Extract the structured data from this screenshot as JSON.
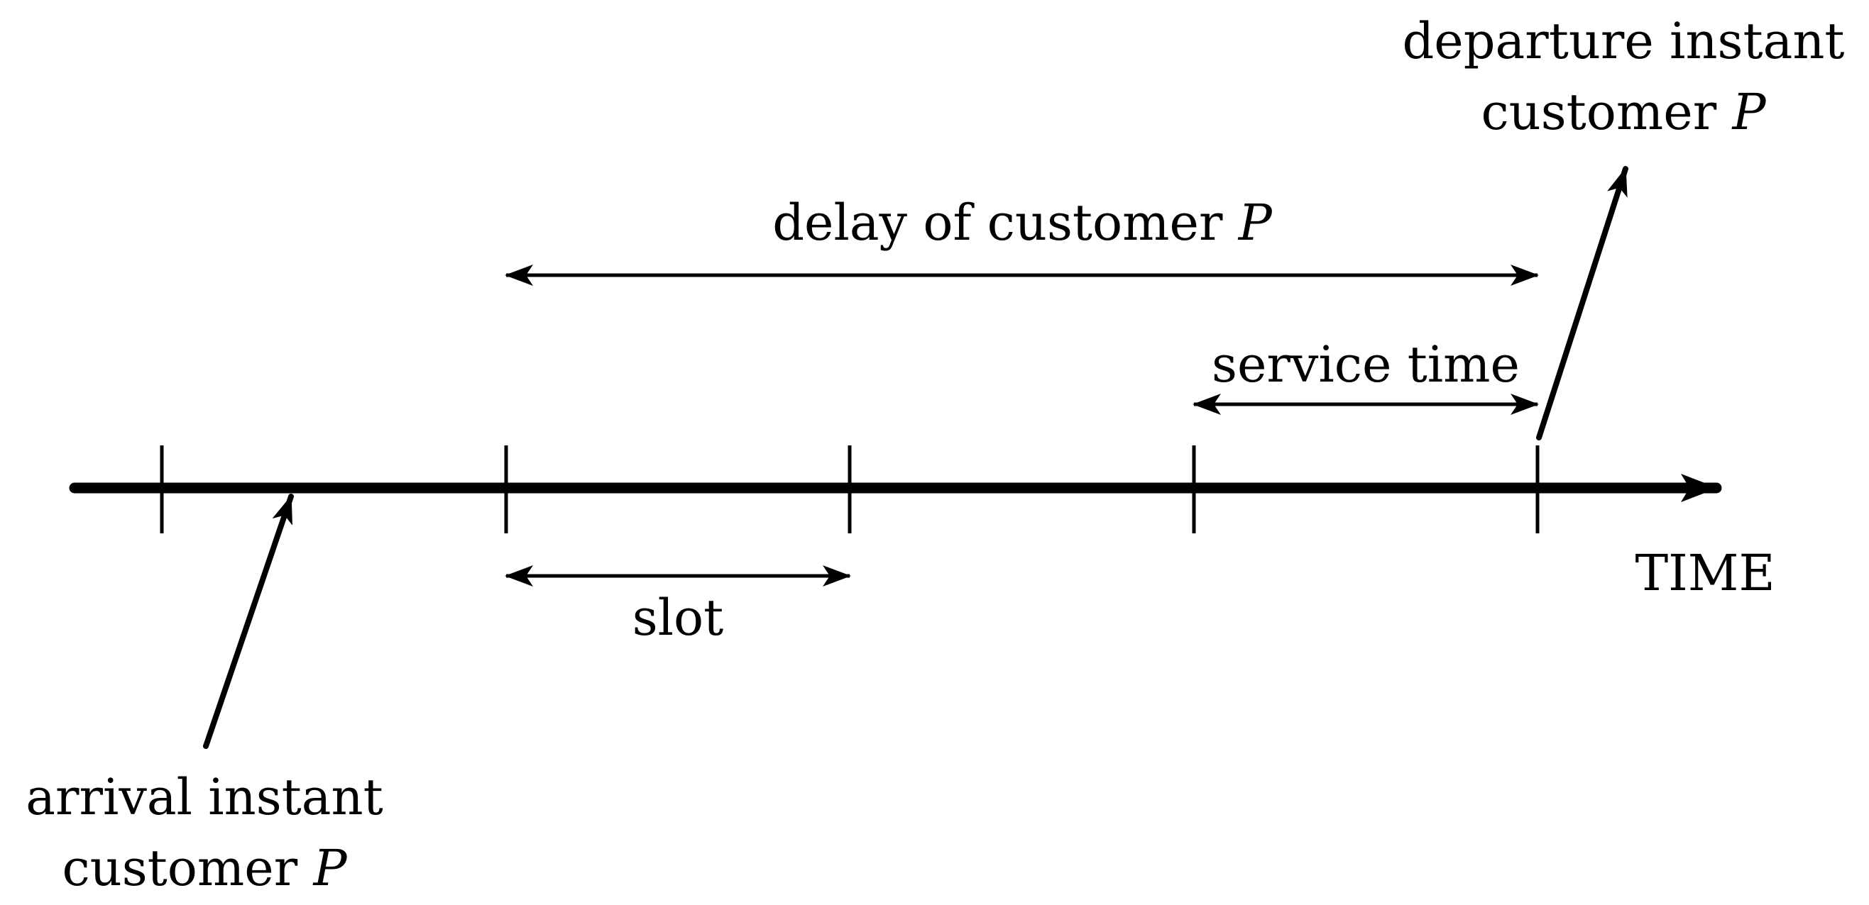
{
  "labels": {
    "departure_line1": "departure instant",
    "departure_line2": "customer",
    "delay": "delay of customer",
    "service_time": "service time",
    "time": "TIME",
    "slot": "slot",
    "arrival_line1": "arrival instant",
    "arrival_line2": "customer",
    "customer_symbol": "P"
  },
  "colors": {
    "ink": "#000000",
    "background": "#ffffff"
  }
}
